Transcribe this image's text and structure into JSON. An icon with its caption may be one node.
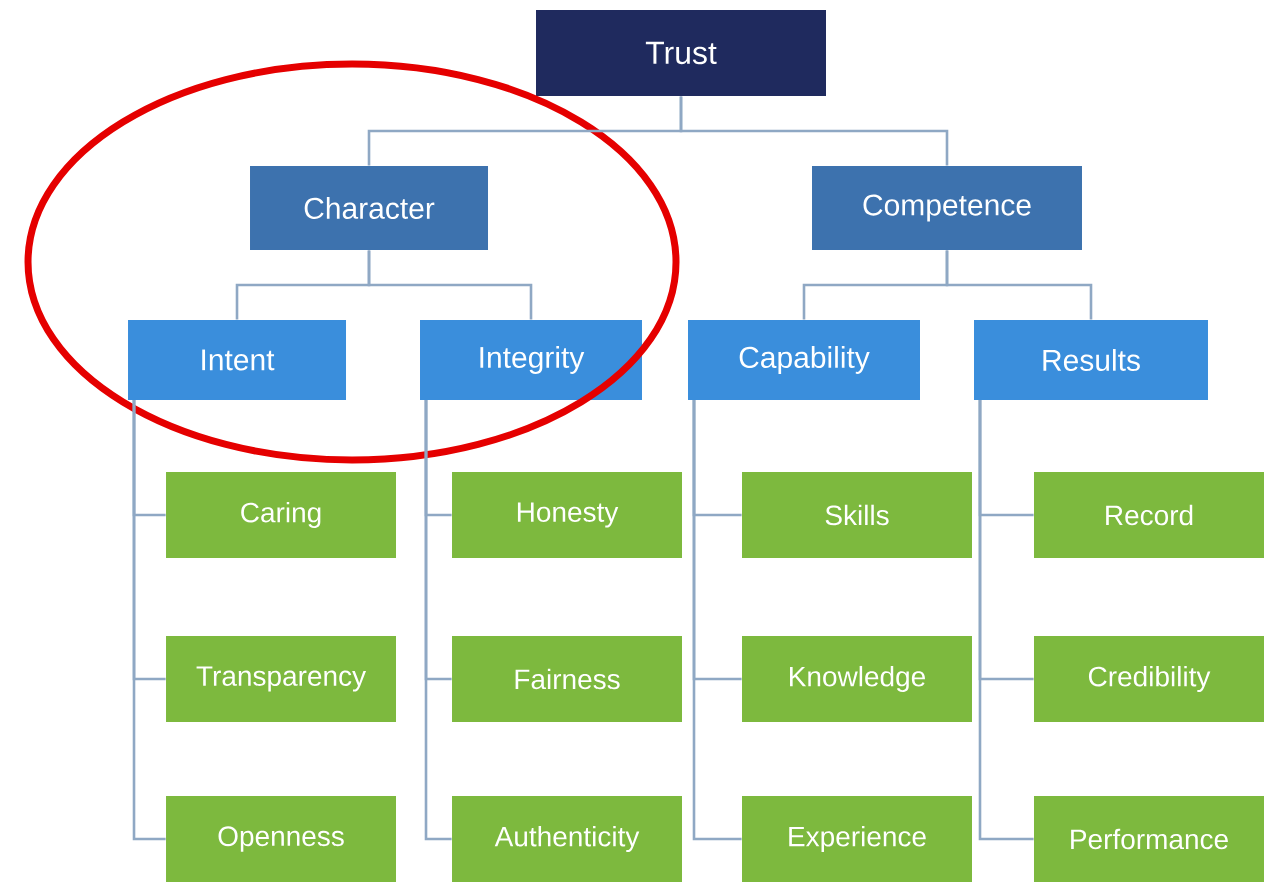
{
  "diagram": {
    "nodes": [
      {
        "text": [
          "Trust"
        ]
      },
      {
        "text": [
          "Character"
        ]
      },
      {
        "text": [
          "Competence"
        ]
      },
      {
        "text": [
          "Intent"
        ]
      },
      {
        "text": [
          "Integrity"
        ]
      },
      {
        "text": [
          "Capability"
        ]
      },
      {
        "text": [
          "Results"
        ]
      },
      {
        "text": [
          "Caring"
        ]
      },
      {
        "text": [
          "Honesty"
        ]
      },
      {
        "text": [
          "Skills"
        ]
      },
      {
        "text": [
          "Record"
        ]
      },
      {
        "text": [
          "Transparency"
        ]
      },
      {
        "text": [
          "Fairness"
        ]
      },
      {
        "text": [
          "Knowledge"
        ]
      },
      {
        "text": [
          "Credibility"
        ]
      },
      {
        "text": [
          "Openness"
        ]
      },
      {
        "text": [
          "Authenticity"
        ]
      },
      {
        "text": [
          "Experience"
        ]
      },
      {
        "text": [
          "Performance"
        ]
      }
    ],
    "edges": [
      {
        "from": 0,
        "to": 1,
        "arrow": "none"
      },
      {
        "from": 0,
        "to": 2,
        "arrow": "none"
      },
      {
        "from": 1,
        "to": 3,
        "arrow": "none"
      },
      {
        "from": 1,
        "to": 4,
        "arrow": "none"
      },
      {
        "from": 2,
        "to": 5,
        "arrow": "none"
      },
      {
        "from": 2,
        "to": 6,
        "arrow": "none"
      },
      {
        "from": 3,
        "to": 7,
        "arrow": "none"
      },
      {
        "from": 3,
        "to": 11,
        "arrow": "none"
      },
      {
        "from": 3,
        "to": 15,
        "arrow": "none"
      },
      {
        "from": 4,
        "to": 8,
        "arrow": "none"
      },
      {
        "from": 4,
        "to": 12,
        "arrow": "none"
      },
      {
        "from": 4,
        "to": 16,
        "arrow": "none"
      },
      {
        "from": 5,
        "to": 9,
        "arrow": "none"
      },
      {
        "from": 5,
        "to": 13,
        "arrow": "none"
      },
      {
        "from": 5,
        "to": 17,
        "arrow": "none"
      },
      {
        "from": 6,
        "to": 10,
        "arrow": "none"
      },
      {
        "from": 6,
        "to": 14,
        "arrow": "none"
      },
      {
        "from": 6,
        "to": 18,
        "arrow": "none"
      }
    ]
  }
}
